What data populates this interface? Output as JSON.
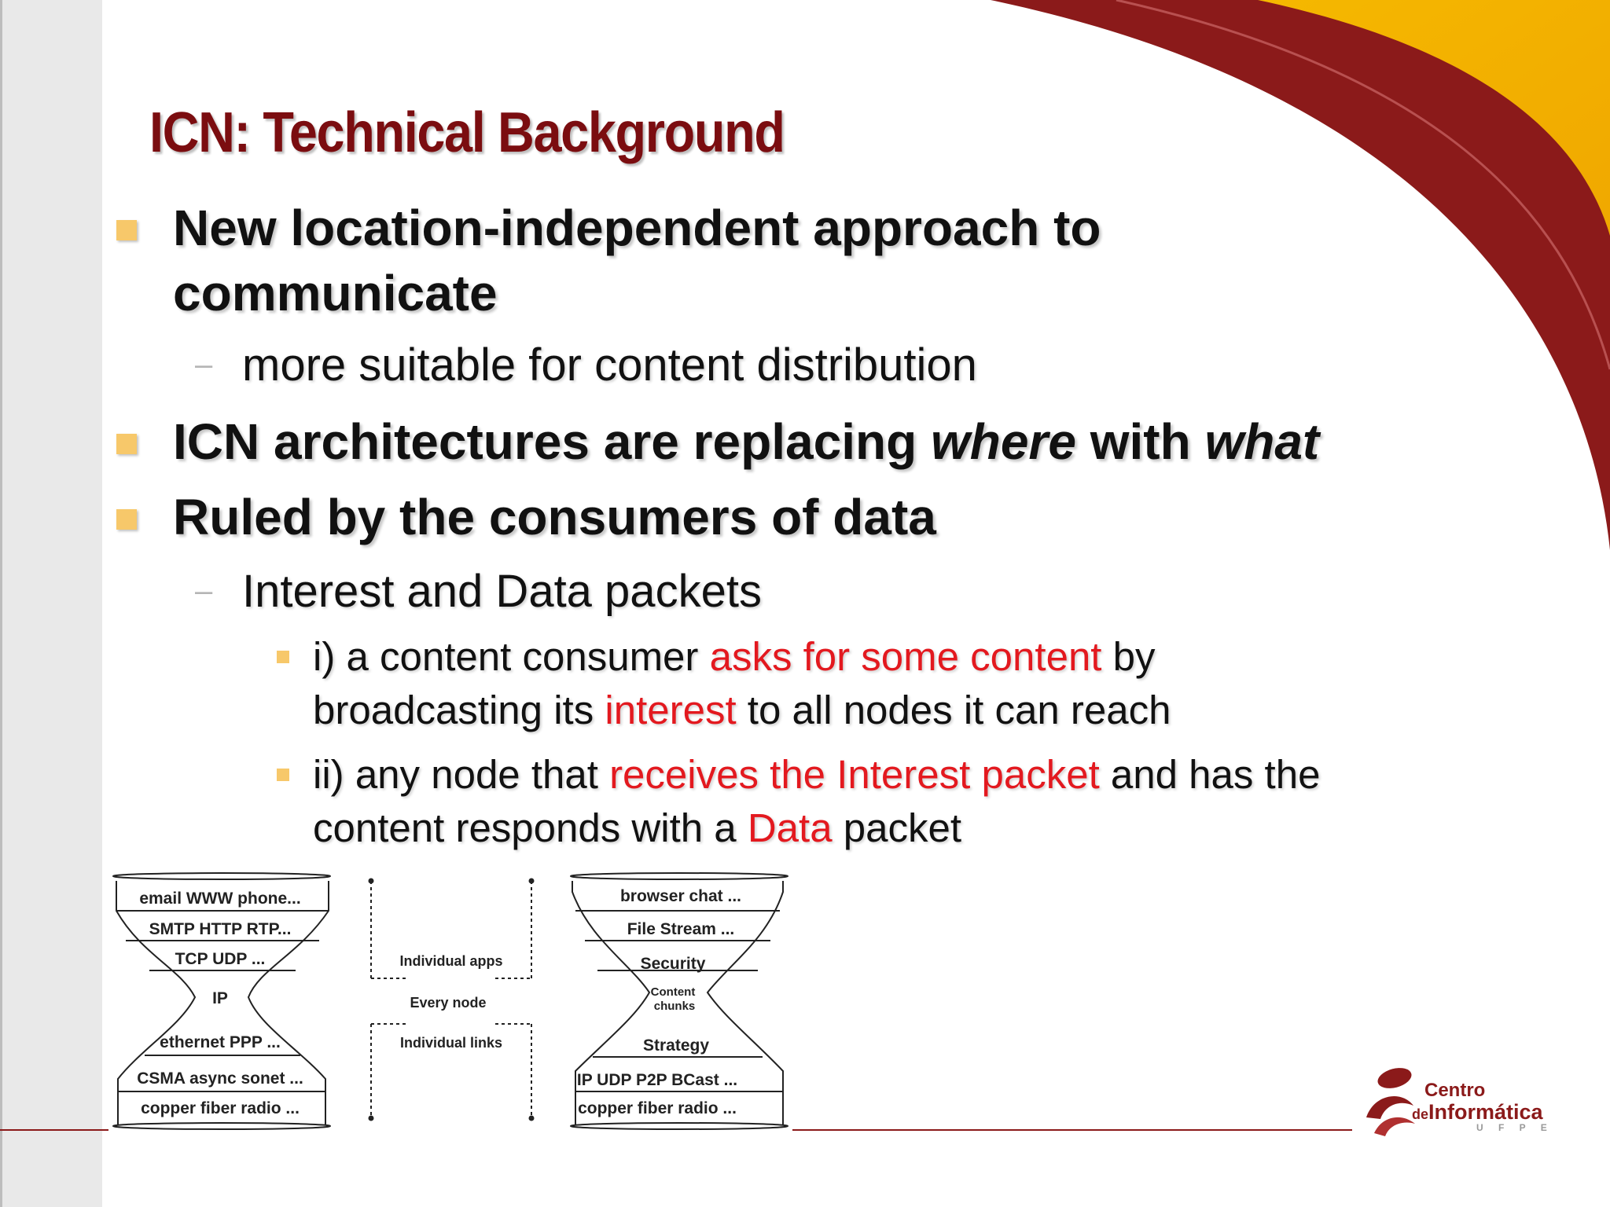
{
  "slide": {
    "title": "ICN: Technical Background",
    "bullets": [
      {
        "lines": [
          "New location-independent approach to",
          "communicate"
        ],
        "subs": [
          "more suitable for content distribution"
        ]
      },
      {
        "line_parts": [
          "ICN architectures are replacing ",
          "where",
          " with ",
          "what"
        ]
      },
      {
        "lines": [
          "Ruled by the consumers of data"
        ],
        "subs": [
          "Interest and Data packets"
        ]
      }
    ],
    "sub_items": [
      {
        "line1": [
          "i) a content consumer ",
          "asks for some content",
          " by"
        ],
        "line2": [
          "broadcasting its ",
          "interest",
          " to all nodes it can reach"
        ]
      },
      {
        "line1": [
          "ii) any node that ",
          "receives the Interest packet",
          " and has the"
        ],
        "line2": [
          "content responds with a ",
          "Data",
          " packet"
        ]
      }
    ]
  },
  "diagram": {
    "ip_layers": [
      "email WWW phone...",
      "SMTP HTTP RTP...",
      "TCP UDP ...",
      "IP",
      "ethernet PPP ...",
      "CSMA async sonet ...",
      "copper fiber radio ..."
    ],
    "middle_labels": [
      "Individual apps",
      "Every node",
      "Individual links"
    ],
    "icn_layers": [
      "browser chat ...",
      "File Stream ...",
      "Security",
      "Content",
      "chunks",
      "Strategy",
      "IP UDP P2P BCast ...",
      "copper fiber radio ..."
    ]
  },
  "logo": {
    "line1": "Centro",
    "line2_small": "de",
    "line2": "Informática",
    "line3": "U F P E"
  },
  "colors": {
    "title": "#7b0d10",
    "highlight": "#e3191f",
    "bullet": "#f7c86a",
    "swoosh_dark": "#8b1a1a",
    "swoosh_gold": "#f5b800"
  }
}
